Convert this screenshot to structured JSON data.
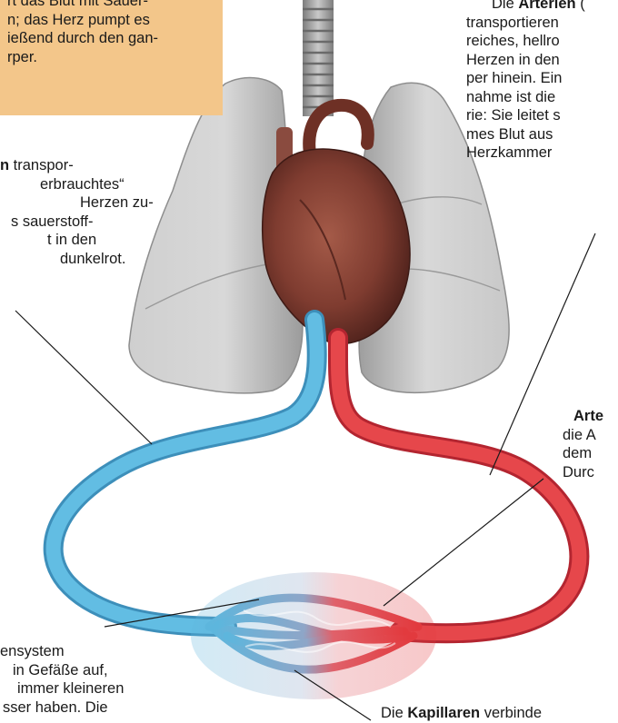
{
  "heart_box": {
    "lines": [
      "rt das Blut mit Sauer-",
      "n; das Herz pumpt es",
      "ießend durch den gan-",
      "rper."
    ]
  },
  "veins_text": {
    "bold": "n",
    "lines": [
      " transpor-",
      "erbrauchtes“",
      "Herzen zu-",
      "s sauerstoff-",
      "t in den",
      "dunkelrot."
    ]
  },
  "arteries_text": {
    "prefix": "Die ",
    "bold": "Arterien",
    "suffix": " (",
    "lines": [
      "transportieren",
      "reiches, hellro",
      "Herzen in den",
      "per hinein. Ein",
      "nahme ist die",
      "rie: Sie leitet s",
      "mes Blut aus",
      "Herzkammer"
    ]
  },
  "arteriole_text": {
    "bold": "Arte",
    "lines": [
      "die A",
      "dem",
      "Durc"
    ]
  },
  "venule_text": {
    "lines": [
      "ensystem",
      "in Gefäße auf,",
      "immer kleineren",
      "sser haben. Die"
    ]
  },
  "capillary_text": {
    "prefix": "Die ",
    "bold": "Kapillaren",
    "suffix": " verbinde"
  },
  "colors": {
    "box_fill": "#f3c68a",
    "artery_red": "#e23a3e",
    "vein_blue": "#58b4dc",
    "lung_gray": "#c4c4c4",
    "heart_brown": "#7a3b30"
  }
}
